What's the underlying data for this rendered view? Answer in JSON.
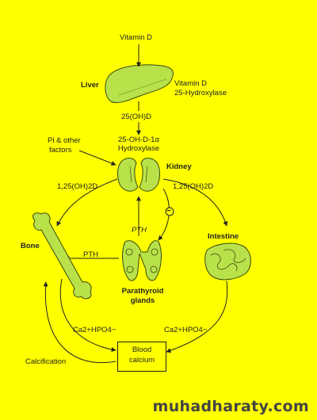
{
  "labels": {
    "vitamin_d": "Vitamin D",
    "liver": "Liver",
    "vitamin_d_25_hydroxylase_line1": "Vitamin D",
    "vitamin_d_25_hydroxylase_line2": "25-Hydroxylase",
    "hydroxy_d": "25(OH)D",
    "alpha_hydroxylase_line1": "25-OH-D-1α",
    "alpha_hydroxylase_line2": "Hydroxylase",
    "pi_factors_line1": "Pi & other",
    "pi_factors_line2": "factors",
    "kidney": "Kidney",
    "dihydroxy_d_left": "1,25(OH)2D",
    "dihydroxy_d_right": "1,25(OH)2D",
    "inhibit_sign": "−",
    "pth_center": "PTH",
    "pth_left": "PTH",
    "bone": "Bone",
    "intestine": "Intestine",
    "parathyroid_line1": "Parathyroid",
    "parathyroid_line2": "glands",
    "ions_left": "Ca2+HPO4−",
    "ions_right": "Ca2+HPO4−",
    "blood_calcium_line1": "Blood",
    "blood_calcium_line2": "calcium",
    "calcification": "Calcification"
  },
  "watermark": "muhadharaty.com",
  "colors": {
    "background": "#ffff00",
    "organ_fill": "#b9e24a",
    "organ_stroke": "#3a4a10",
    "arrow": "#222222"
  }
}
